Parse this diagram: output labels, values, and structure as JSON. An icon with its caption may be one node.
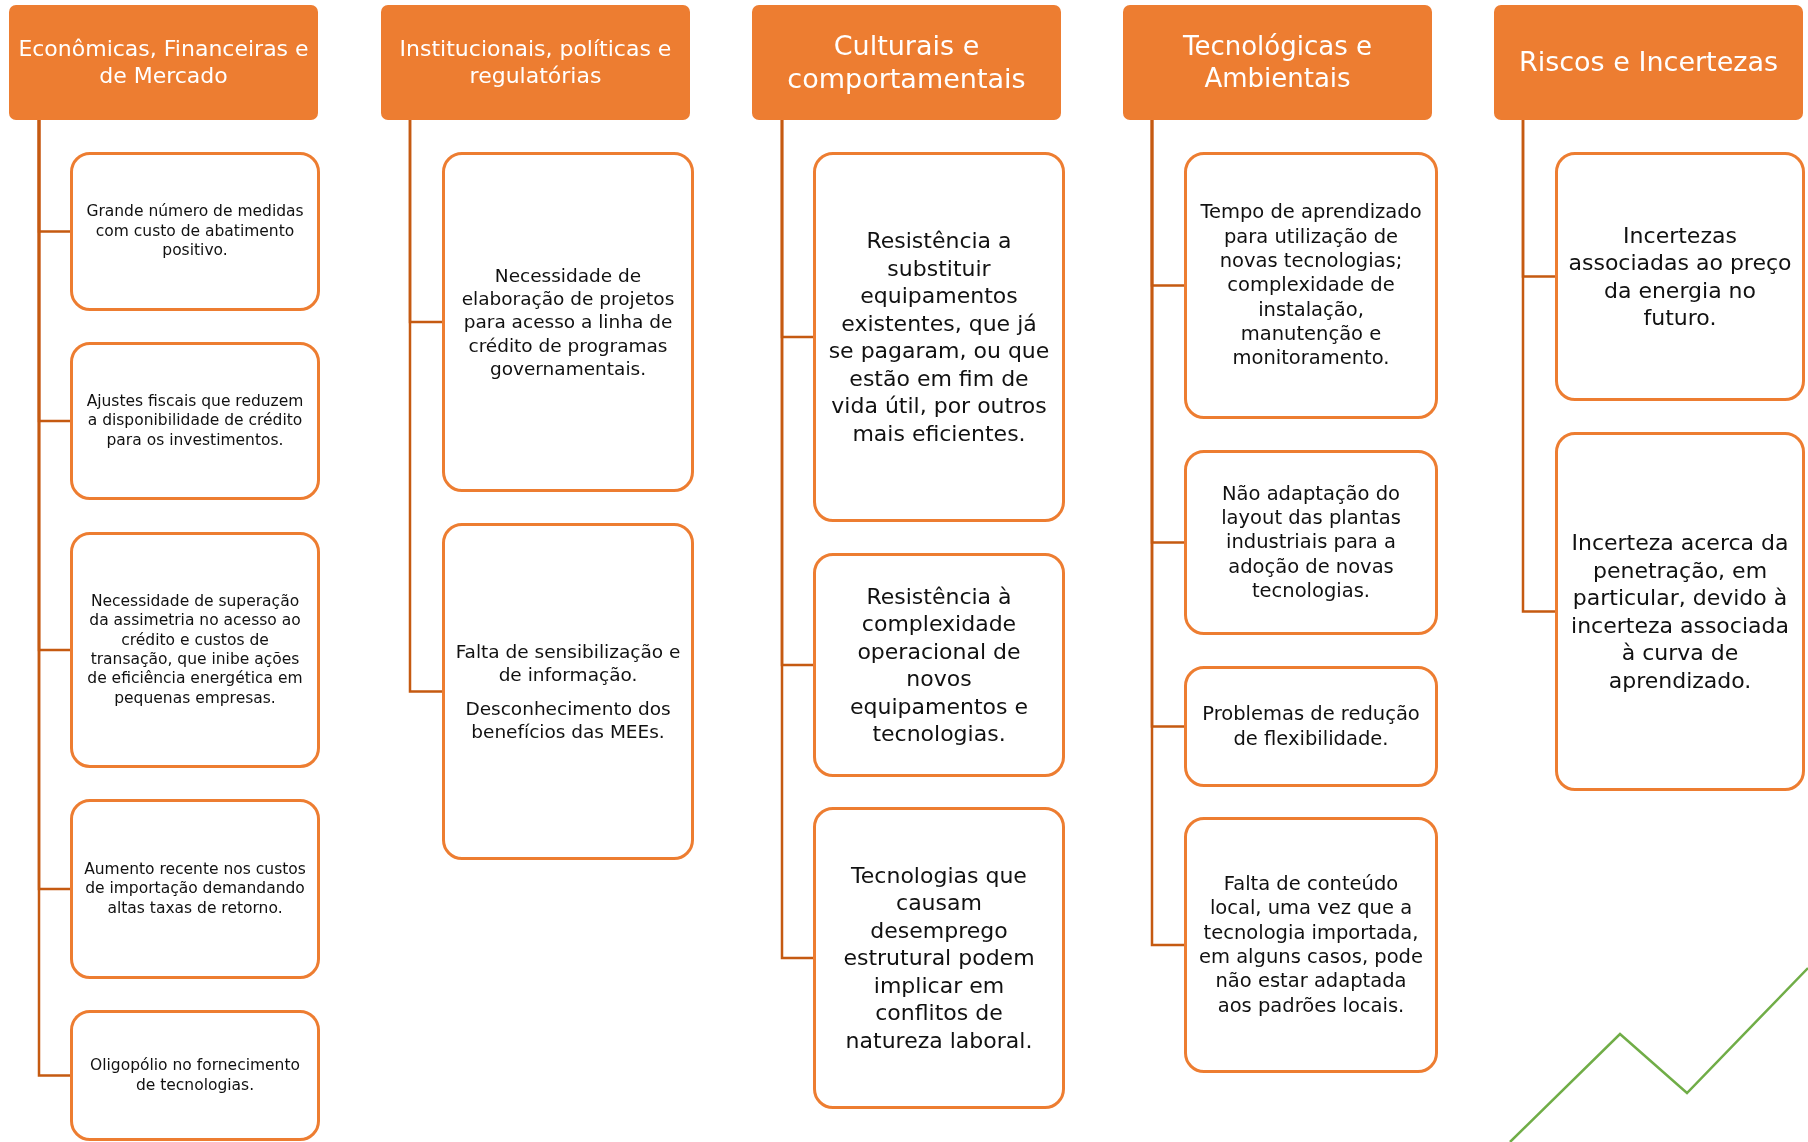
{
  "diagram": {
    "nodes": [
      {
        "text": [
          "Econômicas, Financeiras e de Mercado"
        ]
      },
      {
        "text": [
          "Grande número de medidas com custo de abatimento positivo."
        ]
      },
      {
        "text": [
          "Ajustes fiscais que reduzem a disponibilidade de crédito para os investimentos."
        ]
      },
      {
        "text": [
          "Necessidade de superação da assimetria no acesso ao crédito e custos de transação, que inibe ações de eficiência energética em pequenas empresas."
        ]
      },
      {
        "text": [
          "Aumento recente nos custos de importação demandando altas taxas de retorno."
        ]
      },
      {
        "text": [
          "Oligopólio no fornecimento de tecnologias."
        ]
      },
      {
        "text": [
          "Institucionais, políticas e regulatórias"
        ]
      },
      {
        "text": [
          "Necessidade de elaboração de projetos para acesso a linha de crédito de programas governamentais."
        ]
      },
      {
        "text": [
          "Falta de sensibilização e de informação.",
          "Desconhecimento dos benefícios das MEEs."
        ]
      },
      {
        "text": [
          "Culturais e comportamentais"
        ]
      },
      {
        "text": [
          "Resistência a substituir equipamentos existentes, que já se pagaram, ou que estão em fim de vida útil, por outros mais eficientes."
        ]
      },
      {
        "text": [
          "Resistência à complexidade operacional de novos equipamentos e tecnologias."
        ]
      },
      {
        "text": [
          "Tecnologias que causam desemprego estrutural podem implicar em conflitos de natureza laboral."
        ]
      },
      {
        "text": [
          "Tecnológicas e Ambientais"
        ]
      },
      {
        "text": [
          "Tempo de aprendizado para utilização de novas tecnologias; complexidade de instalação, manutenção e monitoramento."
        ]
      },
      {
        "text": [
          "Não adaptação do layout das plantas industriais para a adoção de novas tecnologias."
        ]
      },
      {
        "text": [
          "Problemas de redução de flexibilidade."
        ]
      },
      {
        "text": [
          "Falta de conteúdo local, uma vez que a tecnologia importada, em alguns casos, pode não estar adaptada aos padrões locais."
        ]
      },
      {
        "text": [
          "Riscos e Incertezas"
        ]
      },
      {
        "text": [
          "Incertezas associadas ao preço da energia no futuro."
        ]
      },
      {
        "text": [
          "Incerteza acerca da penetração, em particular, devido à incerteza associada à curva de aprendizado."
        ]
      }
    ],
    "edges": [
      {
        "from": 0,
        "to": 1,
        "arrow": "none"
      },
      {
        "from": 0,
        "to": 2,
        "arrow": "none"
      },
      {
        "from": 0,
        "to": 3,
        "arrow": "none"
      },
      {
        "from": 0,
        "to": 4,
        "arrow": "none"
      },
      {
        "from": 0,
        "to": 5,
        "arrow": "none"
      },
      {
        "from": 6,
        "to": 7,
        "arrow": "none"
      },
      {
        "from": 6,
        "to": 8,
        "arrow": "none"
      },
      {
        "from": 9,
        "to": 10,
        "arrow": "none"
      },
      {
        "from": 9,
        "to": 11,
        "arrow": "none"
      },
      {
        "from": 9,
        "to": 12,
        "arrow": "none"
      },
      {
        "from": 13,
        "to": 14,
        "arrow": "none"
      },
      {
        "from": 13,
        "to": 15,
        "arrow": "none"
      },
      {
        "from": 13,
        "to": 16,
        "arrow": "none"
      },
      {
        "from": 13,
        "to": 17,
        "arrow": "none"
      },
      {
        "from": 18,
        "to": 19,
        "arrow": "none"
      },
      {
        "from": 18,
        "to": 20,
        "arrow": "none"
      }
    ]
  }
}
